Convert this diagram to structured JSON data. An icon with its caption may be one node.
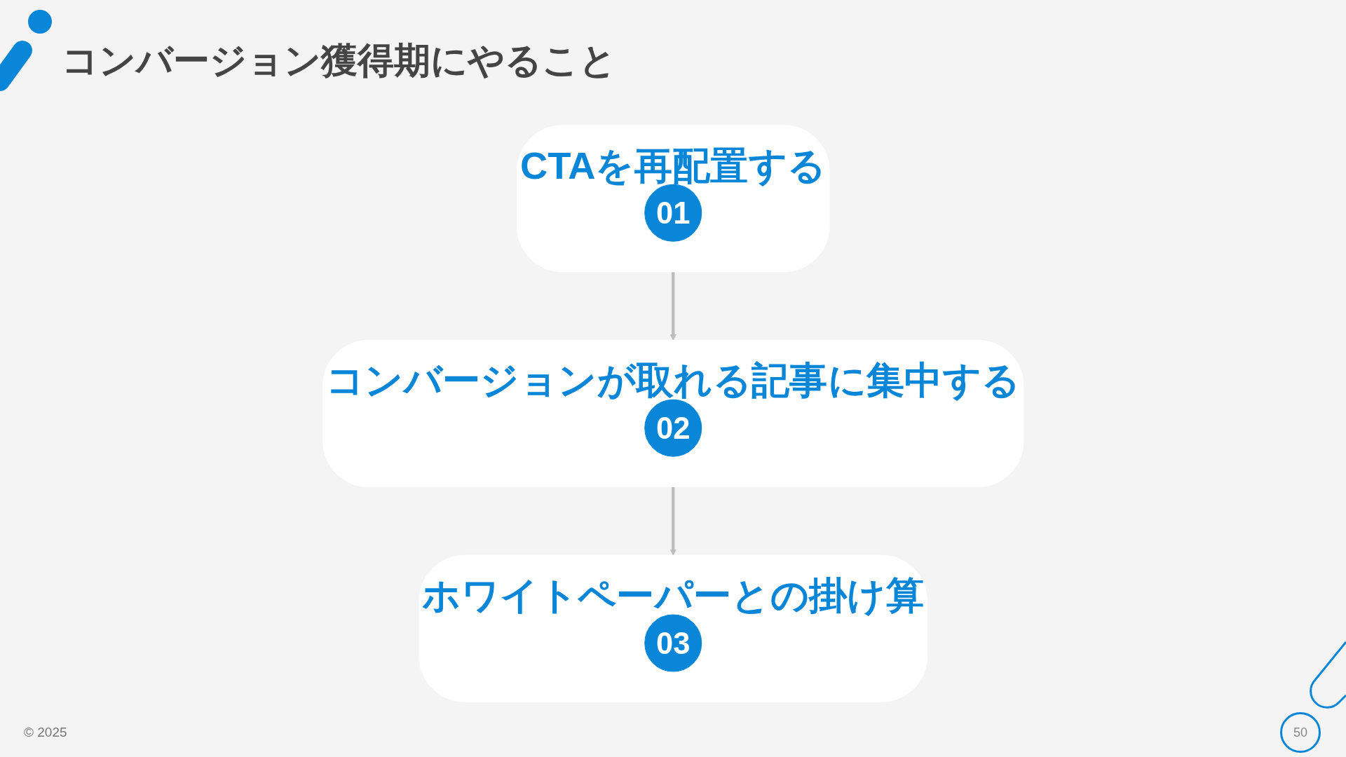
{
  "diagram": {
    "title": "コンバージョン獲得期にやること",
    "nodes": [
      {
        "text": [
          "CTAを再配置する"
        ]
      },
      {
        "text": [
          "01"
        ],
        "in": 0
      },
      {
        "text": [
          "コンバージョンが取れる記事に集中する"
        ]
      },
      {
        "text": [
          "02"
        ],
        "in": 2
      },
      {
        "text": [
          "ホワイトペーパーとの掛け算"
        ]
      },
      {
        "text": [
          "03"
        ],
        "in": 4
      }
    ],
    "edges": [
      {
        "from": 0,
        "to": 2,
        "arrow": "to"
      },
      {
        "from": 2,
        "to": 4,
        "arrow": "to"
      }
    ],
    "labels": [
      "© 2025",
      "50"
    ]
  }
}
